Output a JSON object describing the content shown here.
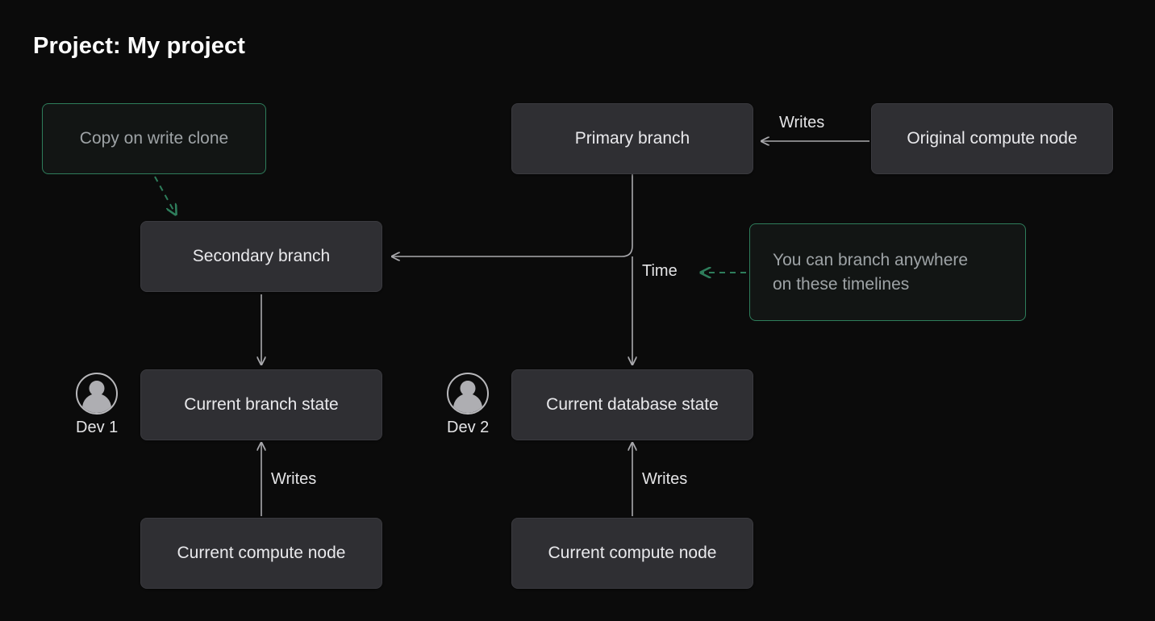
{
  "page": {
    "title": "Project: My project",
    "background_color": "#0b0b0b",
    "node_fill": "#2f2f33",
    "accent_green": "#2e7d5b",
    "edge_color": "#a9a9ad",
    "text_color": "#e9e9ec",
    "muted_text_color": "#9ea3a6"
  },
  "nodes": {
    "copy_on_write_clone": {
      "label": "Copy on write clone"
    },
    "primary_branch": {
      "label": "Primary branch"
    },
    "original_compute_node": {
      "label": "Original compute node"
    },
    "secondary_branch": {
      "label": "Secondary branch"
    },
    "branch_anywhere_note": {
      "line1": "You can branch anywhere",
      "line2": "on these timelines"
    },
    "current_branch_state": {
      "label": "Current branch state"
    },
    "current_database_state": {
      "label": "Current database state"
    },
    "current_compute_node_left": {
      "label": "Current compute node"
    },
    "current_compute_node_right": {
      "label": "Current compute node"
    }
  },
  "avatars": {
    "dev1": {
      "label": "Dev 1",
      "icon": "person-avatar-icon"
    },
    "dev2": {
      "label": "Dev 2",
      "icon": "person-avatar-icon"
    }
  },
  "edge_labels": {
    "writes_top": "Writes",
    "time": "Time",
    "writes_left_bottom": "Writes",
    "writes_right_bottom": "Writes"
  },
  "chart_data": {
    "type": "diagram",
    "title": "Project: My project",
    "nodes": [
      {
        "id": "copy_on_write_clone",
        "label": "Copy on write clone",
        "style": "green-outline-note"
      },
      {
        "id": "primary_branch",
        "label": "Primary branch",
        "style": "filled"
      },
      {
        "id": "original_compute_node",
        "label": "Original compute node",
        "style": "filled"
      },
      {
        "id": "secondary_branch",
        "label": "Secondary branch",
        "style": "filled"
      },
      {
        "id": "branch_anywhere_note",
        "label": "You can branch anywhere on these timelines",
        "style": "green-outline-note"
      },
      {
        "id": "current_branch_state",
        "label": "Current branch state",
        "style": "filled"
      },
      {
        "id": "current_database_state",
        "label": "Current database state",
        "style": "filled"
      },
      {
        "id": "current_compute_node_left",
        "label": "Current compute node",
        "style": "filled"
      },
      {
        "id": "current_compute_node_right",
        "label": "Current compute node",
        "style": "filled"
      }
    ],
    "edges": [
      {
        "from": "original_compute_node",
        "to": "primary_branch",
        "label": "Writes",
        "style": "solid"
      },
      {
        "from": "copy_on_write_clone",
        "to": "secondary_branch",
        "label": "",
        "style": "dashed-green"
      },
      {
        "from": "primary_branch",
        "to": "secondary_branch",
        "label": "",
        "style": "solid-elbow"
      },
      {
        "from": "primary_branch",
        "to": "current_database_state",
        "label": "Time",
        "style": "solid"
      },
      {
        "from": "secondary_branch",
        "to": "current_branch_state",
        "label": "",
        "style": "solid"
      },
      {
        "from": "current_compute_node_left",
        "to": "current_branch_state",
        "label": "Writes",
        "style": "solid"
      },
      {
        "from": "current_compute_node_right",
        "to": "current_database_state",
        "label": "Writes",
        "style": "solid"
      },
      {
        "from": "branch_anywhere_note",
        "to": "time_axis",
        "label": "",
        "style": "dashed-green"
      }
    ]
  }
}
